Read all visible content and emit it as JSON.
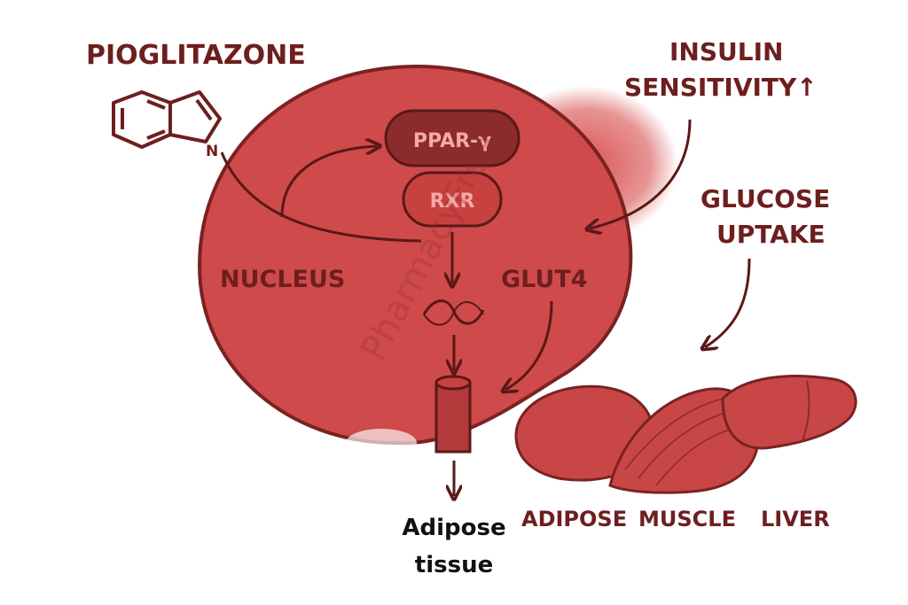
{
  "labels": {
    "drug": "PIOGLITAZONE",
    "insulin_line1": "INSULIN",
    "insulin_line2": "SENSITIVITY↑",
    "glucose_line1": "GLUCOSE",
    "glucose_line2": "UPTAKE",
    "nucleus": "NUCLEUS",
    "glut4": "GLUT4",
    "ppar": "PPAR-γ",
    "rxr": "RXR",
    "nitrogen": "N",
    "adipose_tissue_line1": "Adipose",
    "adipose_tissue_line2": "tissue",
    "organ_adipose": "ADIPOSE",
    "organ_muscle": "MUSCLE",
    "organ_liver": "LIVER"
  },
  "watermark": "PharmacyFreak",
  "colors": {
    "label": "#6e1e1e",
    "cell": "#cf4a4a",
    "cell_edge": "#7a2222",
    "receptor_dark": "#8c2b2b",
    "receptor_light": "#c84141",
    "receptor_text": "#f4a9a5",
    "arrow": "#5a1818",
    "organ": "#c94646"
  }
}
